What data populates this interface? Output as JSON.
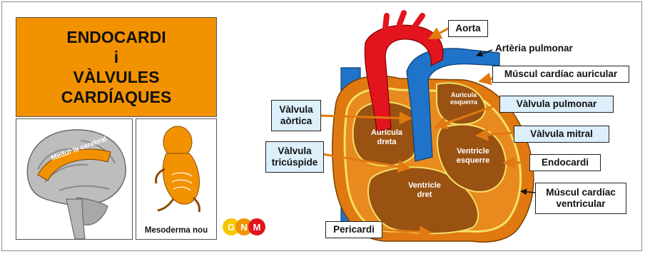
{
  "title": {
    "line1": "ENDOCARDI",
    "line2": "i",
    "line3": "VÀLVULES",
    "line4": "CARDÍAQUES"
  },
  "thumbnails": {
    "brain_label": "Medul·la cerebral",
    "embryo_caption": "Mesoderma nou"
  },
  "logo": {
    "g": "G",
    "n": "N",
    "m": "M"
  },
  "labels": {
    "aorta": "Aorta",
    "arteria_pulmonar": "Artèria pulmonar",
    "muscul_auricular": "Múscul cardíac auricular",
    "valvula_aortica_1": "Vàlvula",
    "valvula_aortica_2": "aòrtica",
    "valvula_pulmonar": "Vàlvula pulmonar",
    "valvula_mitral": "Vàlvula mitral",
    "valvula_tricuspide_1": "Vàlvula",
    "valvula_tricuspide_2": "tricúspide",
    "endocardi": "Endocardi",
    "muscul_ventricular_1": "Múscul cardíac",
    "muscul_ventricular_2": "ventricular",
    "pericardi": "Pericardi"
  },
  "chambers": {
    "auricula_dreta_1": "Aurícula",
    "auricula_dreta_2": "dreta",
    "auricula_esquerra_1": "Aurícula",
    "auricula_esquerra_2": "esquerra",
    "ventricle_dret_1": "Ventricle",
    "ventricle_dret_2": "dret",
    "ventricle_esquerre_1": "Ventricle",
    "ventricle_esquerre_2": "esquerre"
  },
  "colors": {
    "orange": "#f39200",
    "muscle": "#e07a10",
    "chamber": "#9a5212",
    "aorta_red": "#e3141d",
    "vessel_blue": "#1f74c9",
    "label_blue": "#dceffb",
    "endocardium_yellow": "#f5e06a"
  }
}
